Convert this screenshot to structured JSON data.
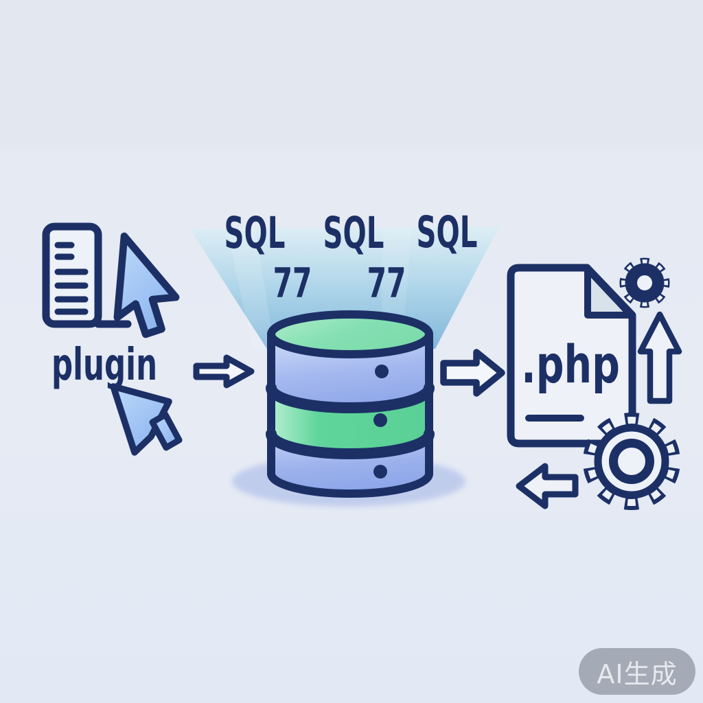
{
  "labels": {
    "sql": [
      "SQL",
      "SQL",
      "SQL"
    ],
    "numbers": [
      "77",
      "77"
    ],
    "plugin": "plugin",
    "file_ext": ".php"
  },
  "watermark": {
    "text": "AI生成"
  },
  "palette": {
    "background": "#e4e9f2",
    "outline_navy": "#1c3066",
    "cursor_blue": "#9fc3f4",
    "beam_top": "#d9edf5",
    "beam_bottom": "#7bb3d9",
    "db_green_top": "#8ce2b2",
    "db_green_band": "#5ad096",
    "db_blue_band": "#9db3ee",
    "ground_shadow": "#bdc9ec",
    "paper": "#eef2f8",
    "paper_fold": "#d8e2eb",
    "watermark_pill": "#9aa0aa",
    "arrow_fill": "#f3f7fc"
  },
  "icons": {
    "plugin-list-icon": "rounded rectangle with list lines on a base",
    "cursor-icon": "mouse pointer arrow",
    "cursor-click-icon": "mouse pointer arrow with tail",
    "arrow-right-icon": "hollow right arrow",
    "light-beam": "upward widening light funnel",
    "database-icon": "three-tier database cylinder with dots",
    "file-php-icon": "document with folded corner",
    "gear-small-icon": "gear outline",
    "gear-large-icon": "gear outline",
    "arrow-up-icon": "hollow up arrow",
    "arrow-left-icon": "hollow left arrow"
  }
}
